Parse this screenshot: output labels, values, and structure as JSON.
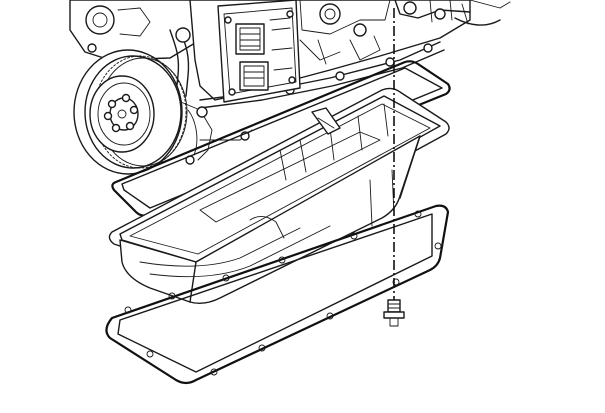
{
  "figure": {
    "kind": "exploded line illustration",
    "stroke_color": "#1a1a1a",
    "background_color": "#ffffff",
    "parts": [
      "engine-block",
      "crankshaft-pulley",
      "ecm-module",
      "upper-gasket",
      "oil-pan",
      "lower-gasket",
      "drain-bolt"
    ]
  }
}
